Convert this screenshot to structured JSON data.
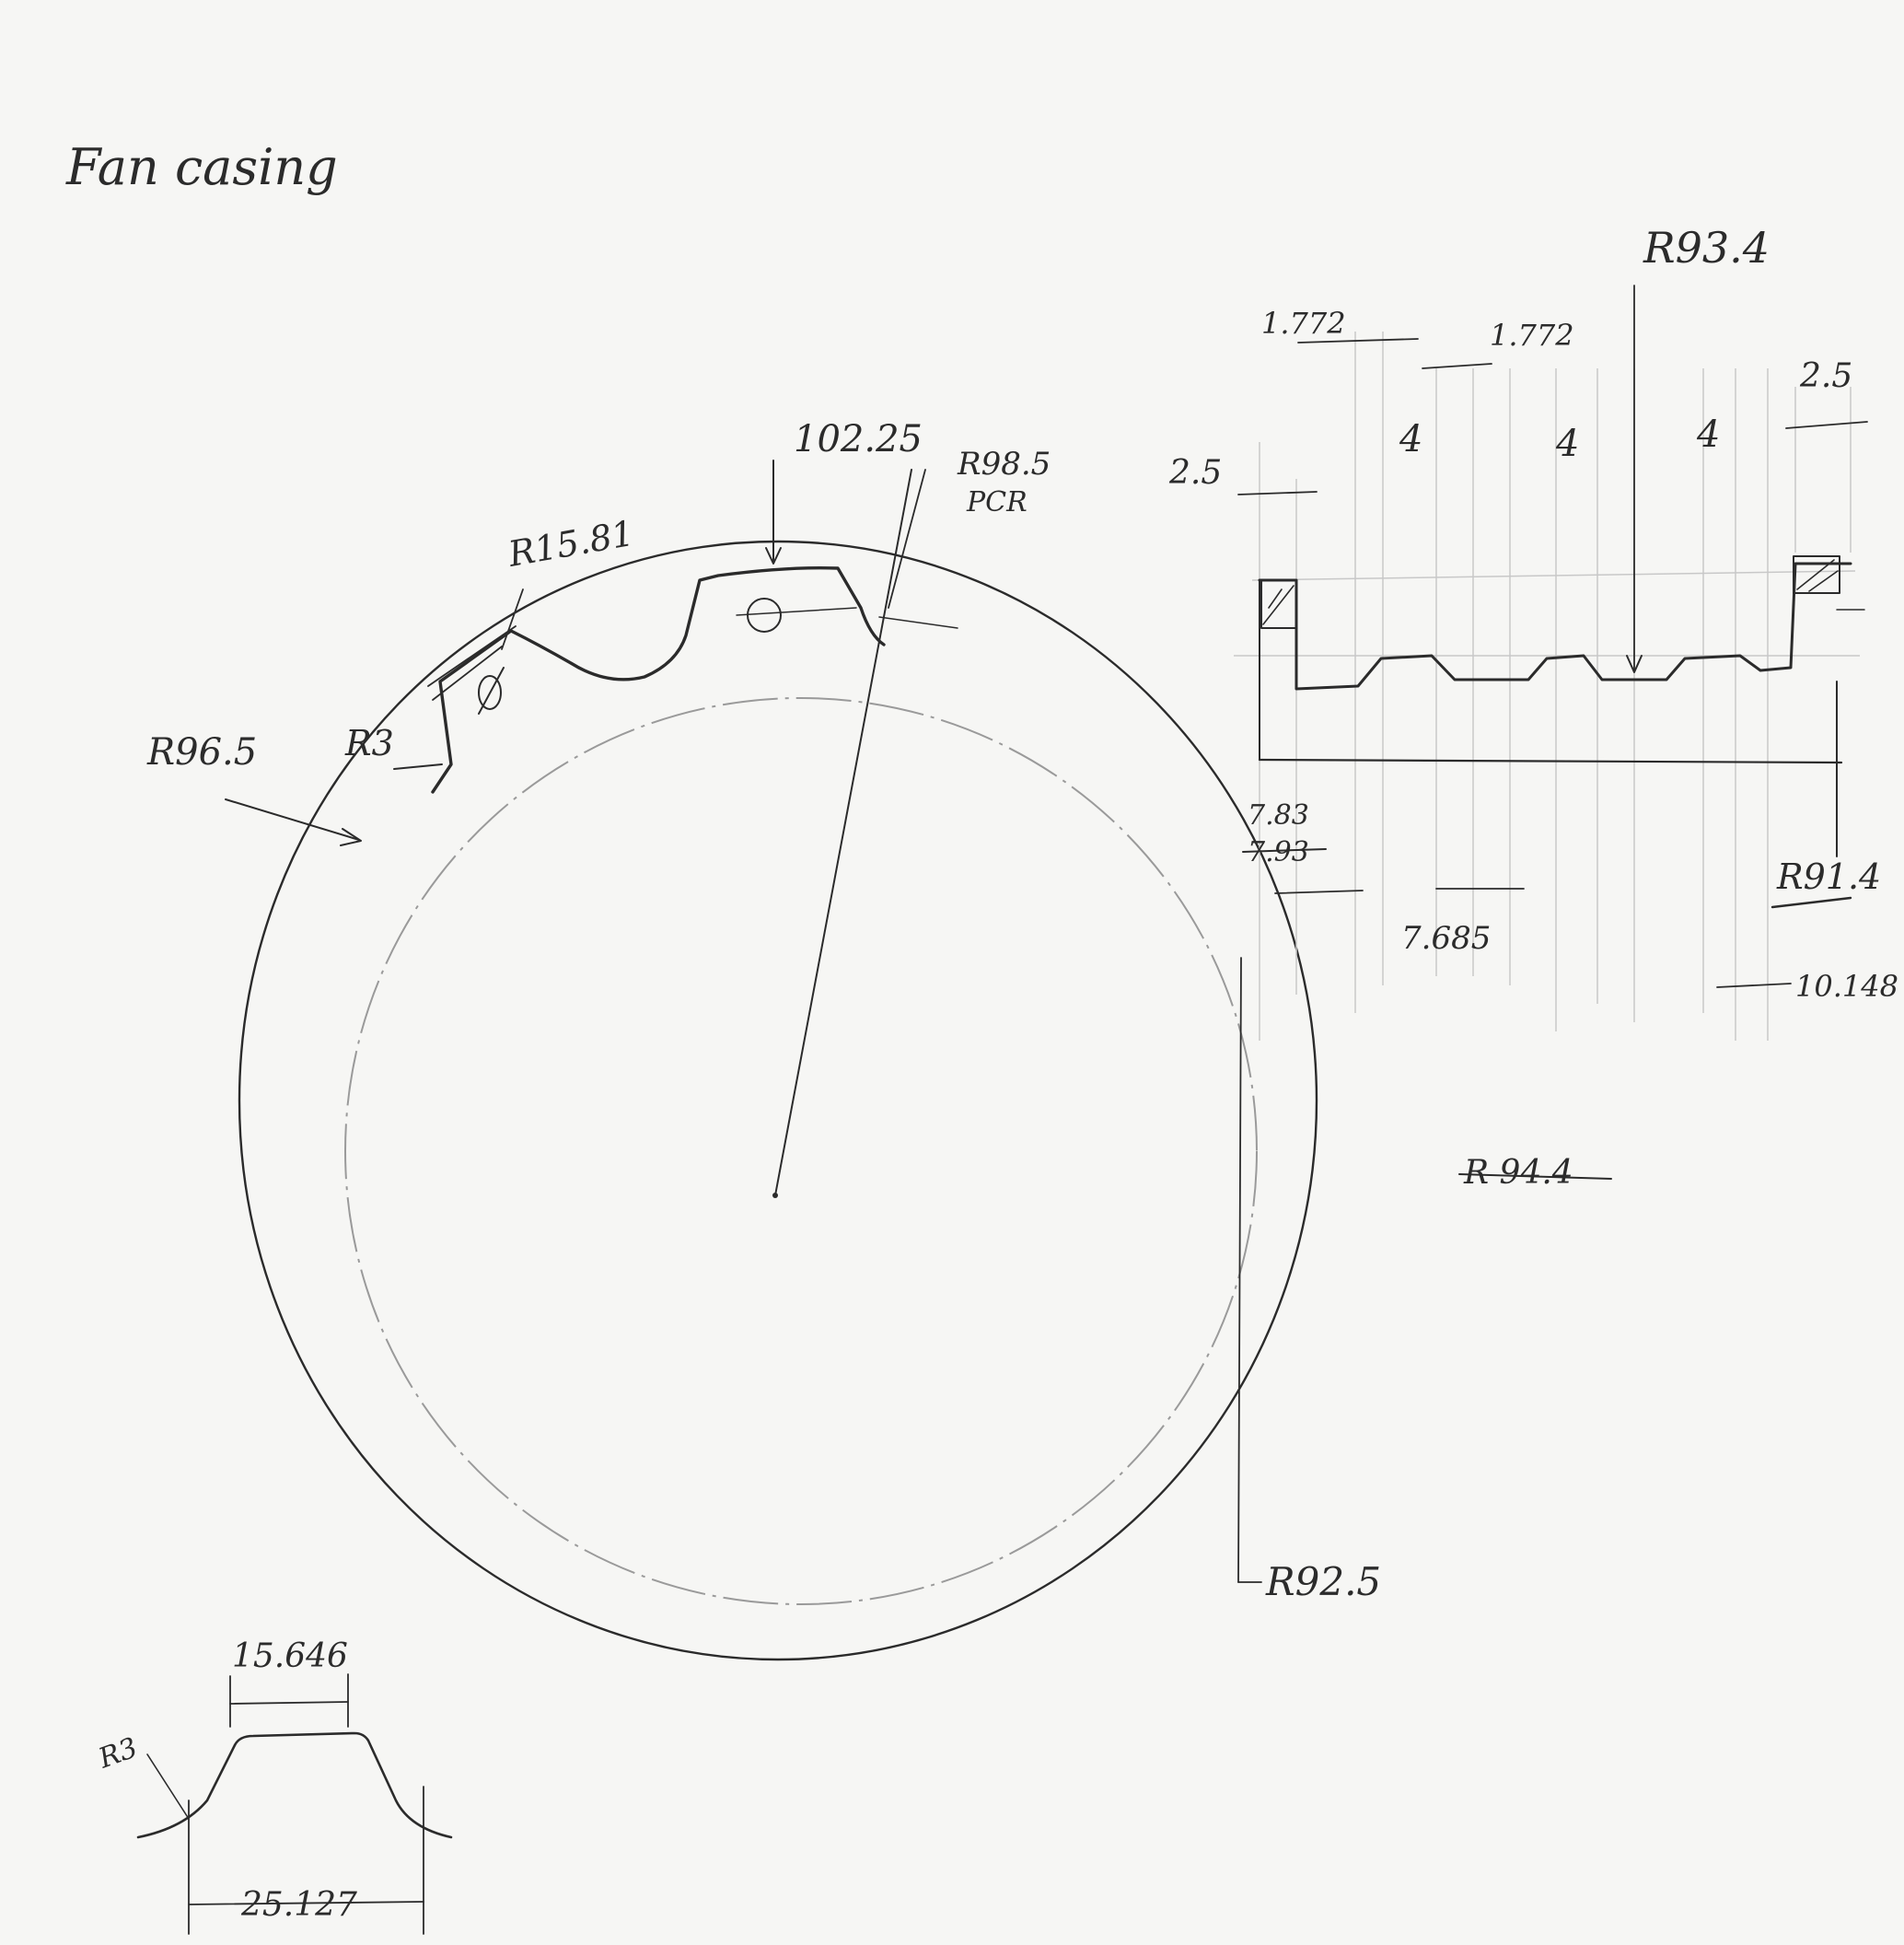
{
  "title": "Fan casing",
  "main_view": {
    "tooth_outer": "102.25",
    "tooth_root_radius": "R15.81",
    "pcr_radius": "R98.5",
    "pcr_label": "PCR",
    "fillet_radius": "R3",
    "base_radius": "R96.5",
    "bore_radius": "R92.5"
  },
  "section_view": {
    "top_radius": "R93.4",
    "dim_1772_a": "1.772",
    "dim_1772_b": "1.772",
    "dim_4_a": "4",
    "dim_4_b": "4",
    "dim_4_c": "4",
    "dim_25_left": "2.5",
    "dim_25_right": "2.5",
    "dim_783": "7.83",
    "dim_783_struck": "7.93",
    "dim_7685": "7.685",
    "bottom_radius": "R91.4",
    "dim_10148": "10.148",
    "struck_radius": "R 94.4"
  },
  "tooth_detail": {
    "top_width": "15.646",
    "bottom_width": "25.127",
    "fillet": "R3"
  }
}
